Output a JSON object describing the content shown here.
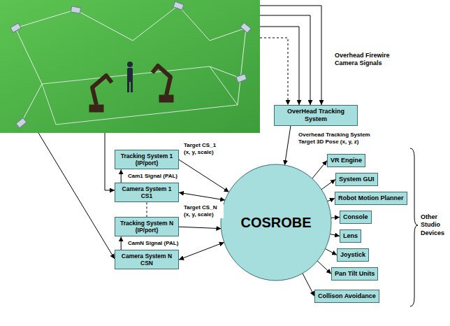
{
  "diagram": {
    "nodes": [
      {
        "text": [
          "OverHead Tracking System"
        ]
      },
      {
        "text": [
          "COSROBE"
        ]
      },
      {
        "text": [
          "Tracking System 1 (IP/port)"
        ]
      },
      {
        "text": [
          "Camera System 1 CS1"
        ]
      },
      {
        "text": [
          "Tracking System N (IP/port)"
        ]
      },
      {
        "text": [
          "Camera System N CSN"
        ]
      },
      {
        "text": [
          "VR Engine"
        ]
      },
      {
        "text": [
          "System GUI"
        ]
      },
      {
        "text": [
          "Robot Motion Planner"
        ]
      },
      {
        "text": [
          "Console"
        ]
      },
      {
        "text": [
          "Lens"
        ]
      },
      {
        "text": [
          "Joystick"
        ]
      },
      {
        "text": [
          "Pan Tilt Units"
        ]
      },
      {
        "text": [
          "Collison Avoidance"
        ]
      }
    ],
    "edges": [
      {
        "from": 0,
        "to": 1,
        "arrow": "to",
        "label": "Overhead Tracking System Target 3D Pose (x, y, z)"
      },
      {
        "from": 2,
        "to": 1,
        "arrow": "to",
        "label": "Target CS_1 (x, y, scale)"
      },
      {
        "from": 3,
        "to": 2,
        "arrow": "to",
        "label": "Cam1 Signal (PAL)"
      },
      {
        "from": 3,
        "to": 1,
        "arrow": "both"
      },
      {
        "from": 3,
        "to": 4,
        "arrow": "none"
      },
      {
        "from": 4,
        "to": 1,
        "arrow": "to",
        "label": "Target CS_N (x, y, scale)"
      },
      {
        "from": 5,
        "to": 4,
        "arrow": "to",
        "label": "CamN Signal (PAL)"
      },
      {
        "from": 5,
        "to": 1,
        "arrow": "both"
      },
      {
        "from": 1,
        "to": 6,
        "arrow": "to"
      },
      {
        "from": 1,
        "to": 7,
        "arrow": "to"
      },
      {
        "from": 1,
        "to": 8,
        "arrow": "to"
      },
      {
        "from": 1,
        "to": 9,
        "arrow": "to"
      },
      {
        "from": 1,
        "to": 10,
        "arrow": "to"
      },
      {
        "from": 1,
        "to": 11,
        "arrow": "to"
      },
      {
        "from": 1,
        "to": 12,
        "arrow": "to"
      },
      {
        "from": 1,
        "to": 13,
        "arrow": "to"
      }
    ],
    "labels": [
      "Overhead Firewire Camera Signals",
      "Other Studio Devices"
    ]
  }
}
